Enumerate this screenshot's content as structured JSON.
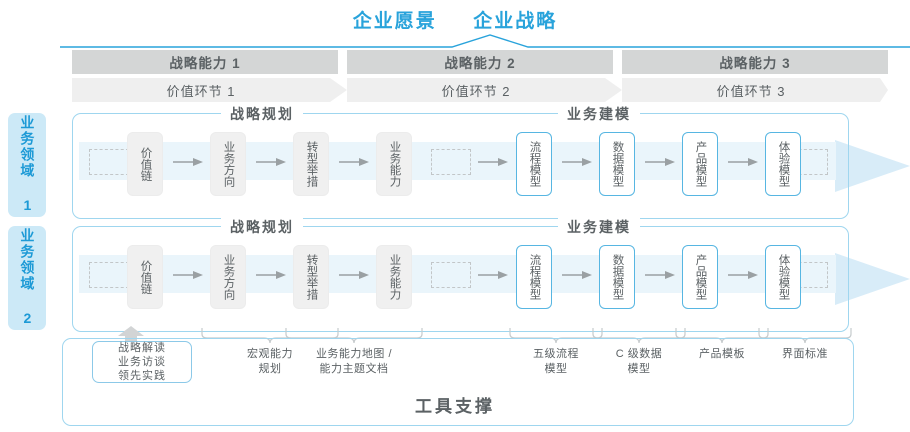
{
  "header": {
    "vision": "企业愿景",
    "strategy": "企业战略"
  },
  "capabilities": [
    {
      "label": "战略能力 1"
    },
    {
      "label": "战略能力 2"
    },
    {
      "label": "战略能力 3"
    }
  ],
  "value_links": [
    {
      "label": "价值环节 1"
    },
    {
      "label": "价值环节 2"
    },
    {
      "label": "价值环节 3"
    }
  ],
  "domains": [
    {
      "label": "业务领域 1"
    },
    {
      "label": "业务领域 2"
    }
  ],
  "phases": {
    "planning": "战略规划",
    "modeling": "业务建模"
  },
  "nodes": {
    "planning": [
      {
        "label": "价值链",
        "style": "gray"
      },
      {
        "label": "业务方向",
        "style": "gray"
      },
      {
        "label": "转型举措",
        "style": "gray"
      },
      {
        "label": "业务能力",
        "style": "gray"
      }
    ],
    "modeling": [
      {
        "label": "流程模型",
        "style": "blue"
      },
      {
        "label": "数据模型",
        "style": "blue"
      },
      {
        "label": "产品模型",
        "style": "blue"
      },
      {
        "label": "体验模型",
        "style": "blue"
      }
    ]
  },
  "tools": {
    "title": "工具支撑",
    "primary_box": "战略解读\n业务访谈\n领先实践",
    "captions": [
      {
        "label": "宏观能力\n规划"
      },
      {
        "label": "业务能力地图 /\n能力主题文档"
      },
      {
        "label": "五级流程\n模型"
      },
      {
        "label": "C 级数据\n模型"
      },
      {
        "label": "产品模板"
      },
      {
        "label": "界面标准"
      }
    ]
  },
  "colors": {
    "accent_blue": "#29a3db",
    "light_blue_fill": "#cce9f7",
    "band_border": "#9fd6ef",
    "bar_gray": "#d4d6d6",
    "chevron_gray": "#efefef",
    "node_gray": "#f0f0f0",
    "node_blue_border": "#57b6e2",
    "text_gray": "#5b6164",
    "strip_blue": "#eaf5fb",
    "arrow_gray": "#9aa0a3"
  }
}
